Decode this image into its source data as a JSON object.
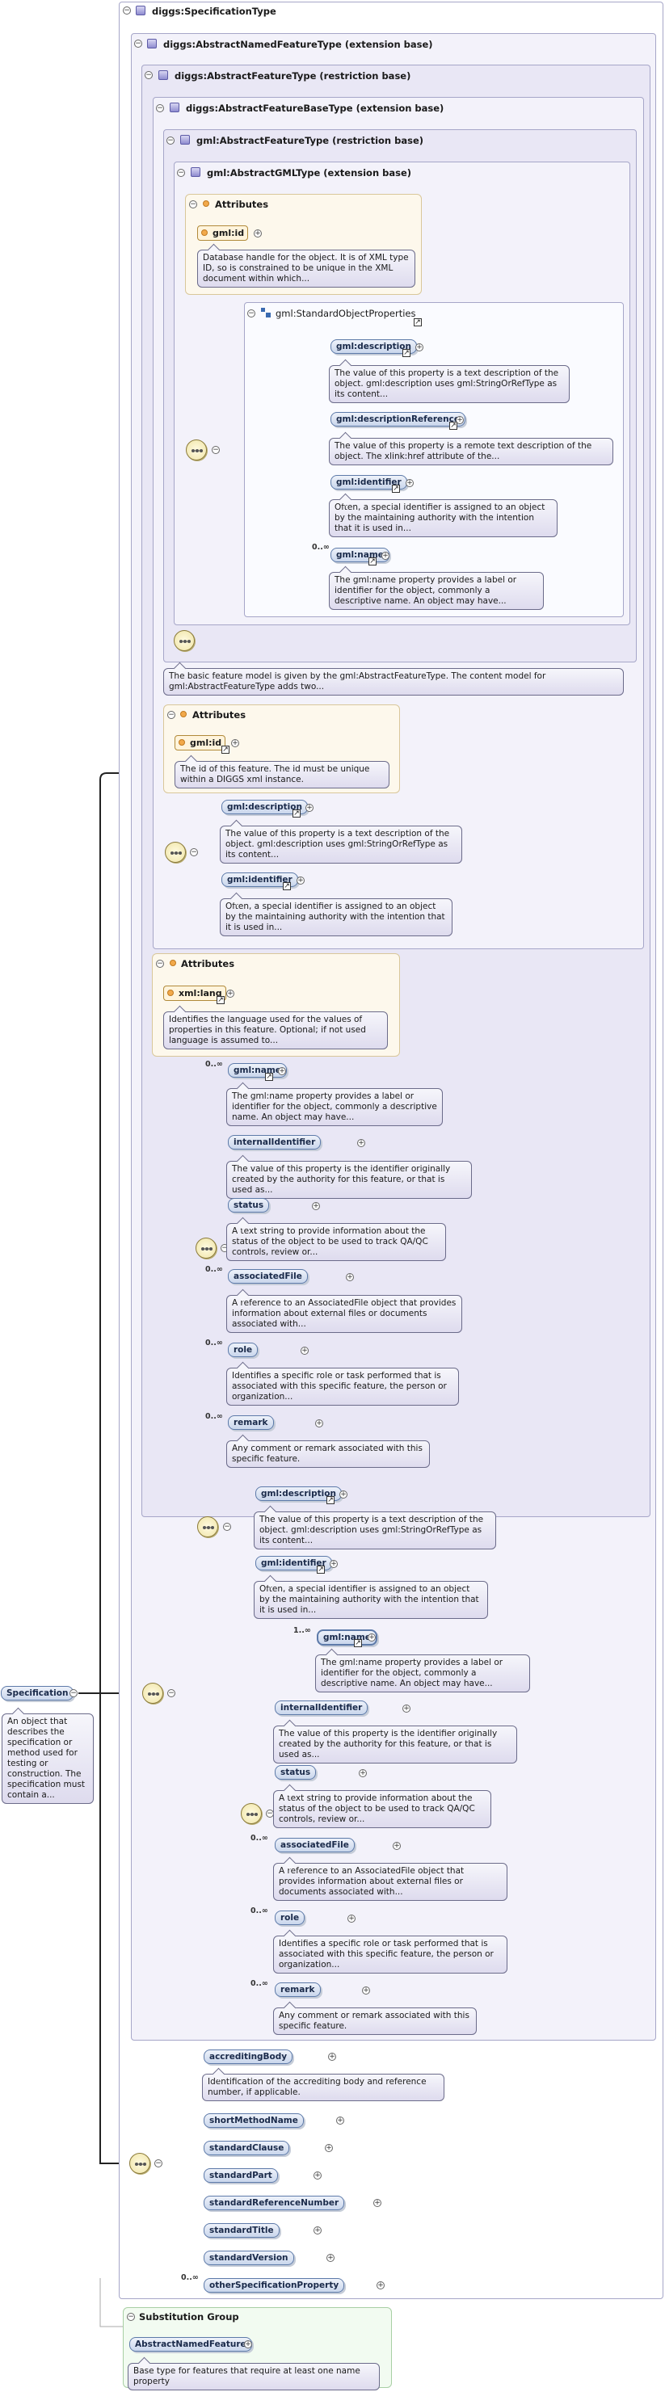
{
  "root": {
    "label": "Specification",
    "desc": "An object that describes the specification or method used for testing or construction. The specification must contain a..."
  },
  "spec_type": {
    "title": "diggs:SpecificationType"
  },
  "named_feature": {
    "title": "diggs:AbstractNamedFeatureType (extension base)"
  },
  "abstract_feature": {
    "title": "diggs:AbstractFeatureType (restriction base)"
  },
  "feature_base": {
    "title": "diggs:AbstractFeatureBaseType (extension base)"
  },
  "gml_feature": {
    "title": "gml:AbstractFeatureType (restriction base)"
  },
  "gml_gml": {
    "title": "gml:AbstractGMLType (extension base)"
  },
  "attrs_label": "Attributes",
  "gml_attrs": {
    "id": "gml:id",
    "id_desc": "Database handle for the object. It is of XML type ID, so is constrained to be unique in the XML document within which..."
  },
  "std_props": {
    "title": "gml:StandardObjectProperties",
    "items": [
      {
        "name": "gml:description",
        "desc": "The value of this property is a text description of the object. gml:description uses gml:StringOrRefType as its content..."
      },
      {
        "name": "gml:descriptionReference",
        "desc": "The value of this property is a remote text description of the object. The xlink:href attribute of the..."
      },
      {
        "name": "gml:identifier",
        "desc": "Often, a special identifier is assigned to an object by the maintaining authority with the intention that it is used in..."
      },
      {
        "name": "gml:name",
        "occ": "0..∞",
        "desc": "The gml:name property provides a label or identifier for the object, commonly a descriptive name. An object may have..."
      }
    ]
  },
  "gml_feature_desc": "The basic feature model is given by the gml:AbstractFeatureType. The content model for gml:AbstractFeatureType adds two...",
  "base_attrs": {
    "id": "gml:id",
    "id_desc": "The id of this feature. The id must be unique within a DIGGS xml instance."
  },
  "base_seq": [
    {
      "name": "gml:description",
      "desc": "The value of this property is a text description of the object. gml:description uses gml:StringOrRefType as its content..."
    },
    {
      "name": "gml:identifier",
      "desc": "Often, a special identifier is assigned to an object by the maintaining authority with the intention that it is used in..."
    }
  ],
  "feature_attrs": {
    "lang": "xml:lang",
    "lang_desc": "Identifies the language used for the values of properties in this feature. Optional; if not used language is assumed to..."
  },
  "feature_seq": [
    {
      "name": "gml:name",
      "occ": "0..∞",
      "desc": "The gml:name property provides a label or identifier for the object, commonly a descriptive name. An object may have..."
    },
    {
      "name": "internalIdentifier",
      "occ": "",
      "desc": "The value of this property is the identifier originally created by the authority for this feature, or that is used as..."
    },
    {
      "name": "status",
      "occ": "",
      "desc": "A text string to provide information about the status of the object to be used to track QA/QC controls, review or..."
    },
    {
      "name": "associatedFile",
      "occ": "0..∞",
      "desc": "A reference to an AssociatedFile object that provides information about external files or documents associated with..."
    },
    {
      "name": "role",
      "occ": "0..∞",
      "desc": "Identifies a specific role or task performed that is associated with this specific feature, the person or organization..."
    },
    {
      "name": "remark",
      "occ": "0..∞",
      "desc": "Any comment or remark associated with this specific feature."
    }
  ],
  "named_choice_a": [
    {
      "name": "gml:description",
      "desc": "The value of this property is a text description of the object. gml:description uses gml:StringOrRefType as its content..."
    },
    {
      "name": "gml:identifier",
      "desc": "Often, a special identifier is assigned to an object by the maintaining authority with the intention that it is used in..."
    }
  ],
  "named_seq": [
    {
      "name": "gml:name",
      "occ": "1..∞",
      "desc": "The gml:name property provides a label or identifier for the object, commonly a descriptive name. An object may have..."
    },
    {
      "name": "internalIdentifier",
      "occ": "",
      "desc": "The value of this property is the identifier originally created by the authority for this feature, or that is used as..."
    },
    {
      "name": "status",
      "occ": "",
      "desc": "A text string to provide information about the status of the object to be used to track QA/QC controls, review or..."
    },
    {
      "name": "associatedFile",
      "occ": "0..∞",
      "desc": "A reference to an AssociatedFile object that provides information about external files or documents associated with..."
    },
    {
      "name": "role",
      "occ": "0..∞",
      "desc": "Identifies a specific role or task performed that is associated with this specific feature, the person or organization..."
    },
    {
      "name": "remark",
      "occ": "0..∞",
      "desc": "Any comment or remark associated with this specific feature."
    }
  ],
  "spec_seq": [
    {
      "name": "accreditingBody",
      "occ": "",
      "desc": "Identification of the accrediting body and reference number, if applicable."
    },
    {
      "name": "shortMethodName",
      "occ": ""
    },
    {
      "name": "standardClause",
      "occ": ""
    },
    {
      "name": "standardPart",
      "occ": ""
    },
    {
      "name": "standardReferenceNumber",
      "occ": ""
    },
    {
      "name": "standardTitle",
      "occ": ""
    },
    {
      "name": "standardVersion",
      "occ": ""
    },
    {
      "name": "otherSpecificationProperty",
      "occ": "0..∞"
    }
  ],
  "substitution": {
    "title": "Substitution Group",
    "name": "AbstractNamedFeature",
    "desc": "Base type for features that require at least one name property"
  },
  "colors": {
    "element_border": "#5d7aa9",
    "panel_border": "#a6a6c8",
    "attr_dot": "#f2a94a"
  }
}
